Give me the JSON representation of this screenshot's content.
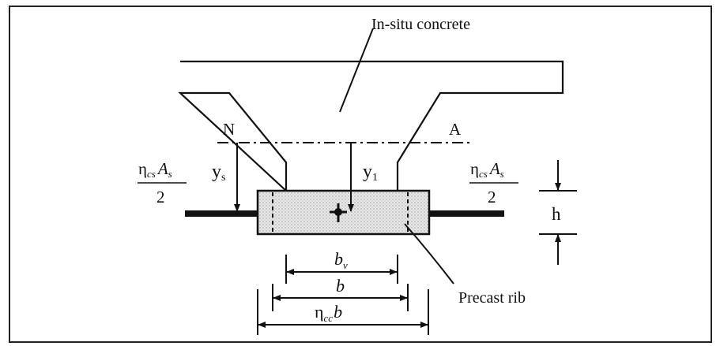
{
  "labels": {
    "insitu": "In-situ concrete",
    "precast": "Precast rib",
    "na_n": "N",
    "na_a": "A",
    "ys": "y",
    "ys_sub": "s",
    "y1": "y",
    "y1_sub": "1",
    "h": "h",
    "eta": "η",
    "cs": "cs",
    "As_A": "A",
    "As_s": "s",
    "two": "2",
    "bv_b": "b",
    "bv_v": "v",
    "b": "b",
    "cc": "cc",
    "etacc_b": "b"
  },
  "colors": {
    "line": "#111111",
    "rib_fill": "#e4e4e4",
    "frame": "#222222"
  }
}
